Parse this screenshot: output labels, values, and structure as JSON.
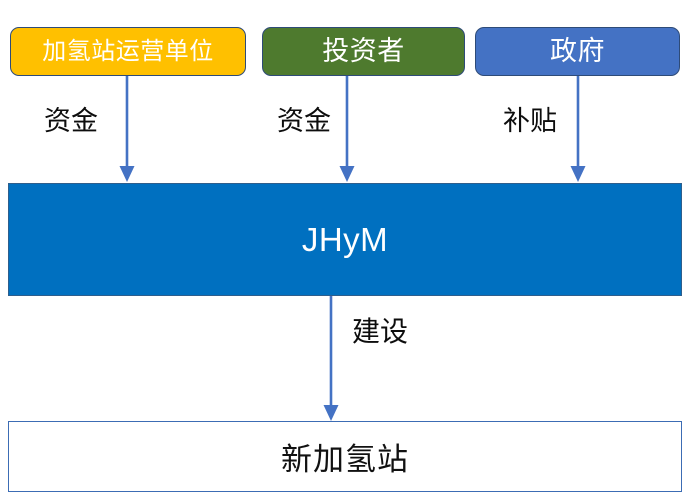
{
  "diagram": {
    "title_text": "JHyM",
    "stakeholders": [
      {
        "id": "hydrogen-station-operator",
        "label": "加氢站运营单位",
        "color": "#FFC000",
        "border_color": "#2E4B78",
        "text_color": "#FFFFFF"
      },
      {
        "id": "investor",
        "label": "投资者",
        "color": "#4E7A2E",
        "border_color": "#2E4B78",
        "text_color": "#FFFFFF"
      },
      {
        "id": "government",
        "label": "政府",
        "color": "#4472C4",
        "border_color": "#2E4B78",
        "text_color": "#FFFFFF"
      }
    ],
    "inflow_arrows": [
      {
        "id": "funds-from-operator",
        "label": "资金",
        "color": "#4472C4"
      },
      {
        "id": "funds-from-investor",
        "label": "资金",
        "color": "#4472C4"
      },
      {
        "id": "subsidy-from-government",
        "label": "补贴",
        "color": "#4472C4"
      }
    ],
    "center": {
      "label": "JHyM",
      "fill_color": "#0070C0",
      "text_color": "#FFFFFF"
    },
    "outflow_arrow": {
      "id": "construction",
      "label": "建设",
      "color": "#4472C4"
    },
    "output": {
      "id": "new-hydrogen-station",
      "label": "新加氢站",
      "fill_color": "#FFFFFF",
      "border_color": "#3C6CB4",
      "text_color": "#111111"
    }
  }
}
